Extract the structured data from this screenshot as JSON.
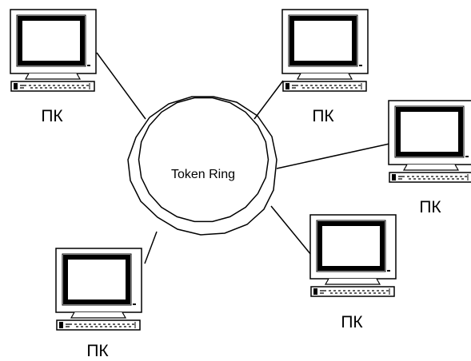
{
  "diagram": {
    "ring_label": "Token Ring",
    "nodes": [
      {
        "id": "pc-top-left",
        "label": "ПК"
      },
      {
        "id": "pc-top-right",
        "label": "ПК"
      },
      {
        "id": "pc-right",
        "label": "ПК"
      },
      {
        "id": "pc-bottom-right",
        "label": "ПК"
      },
      {
        "id": "pc-bottom-left",
        "label": "ПК"
      }
    ],
    "colors": {
      "stroke": "#000000",
      "background": "#ffffff"
    }
  }
}
